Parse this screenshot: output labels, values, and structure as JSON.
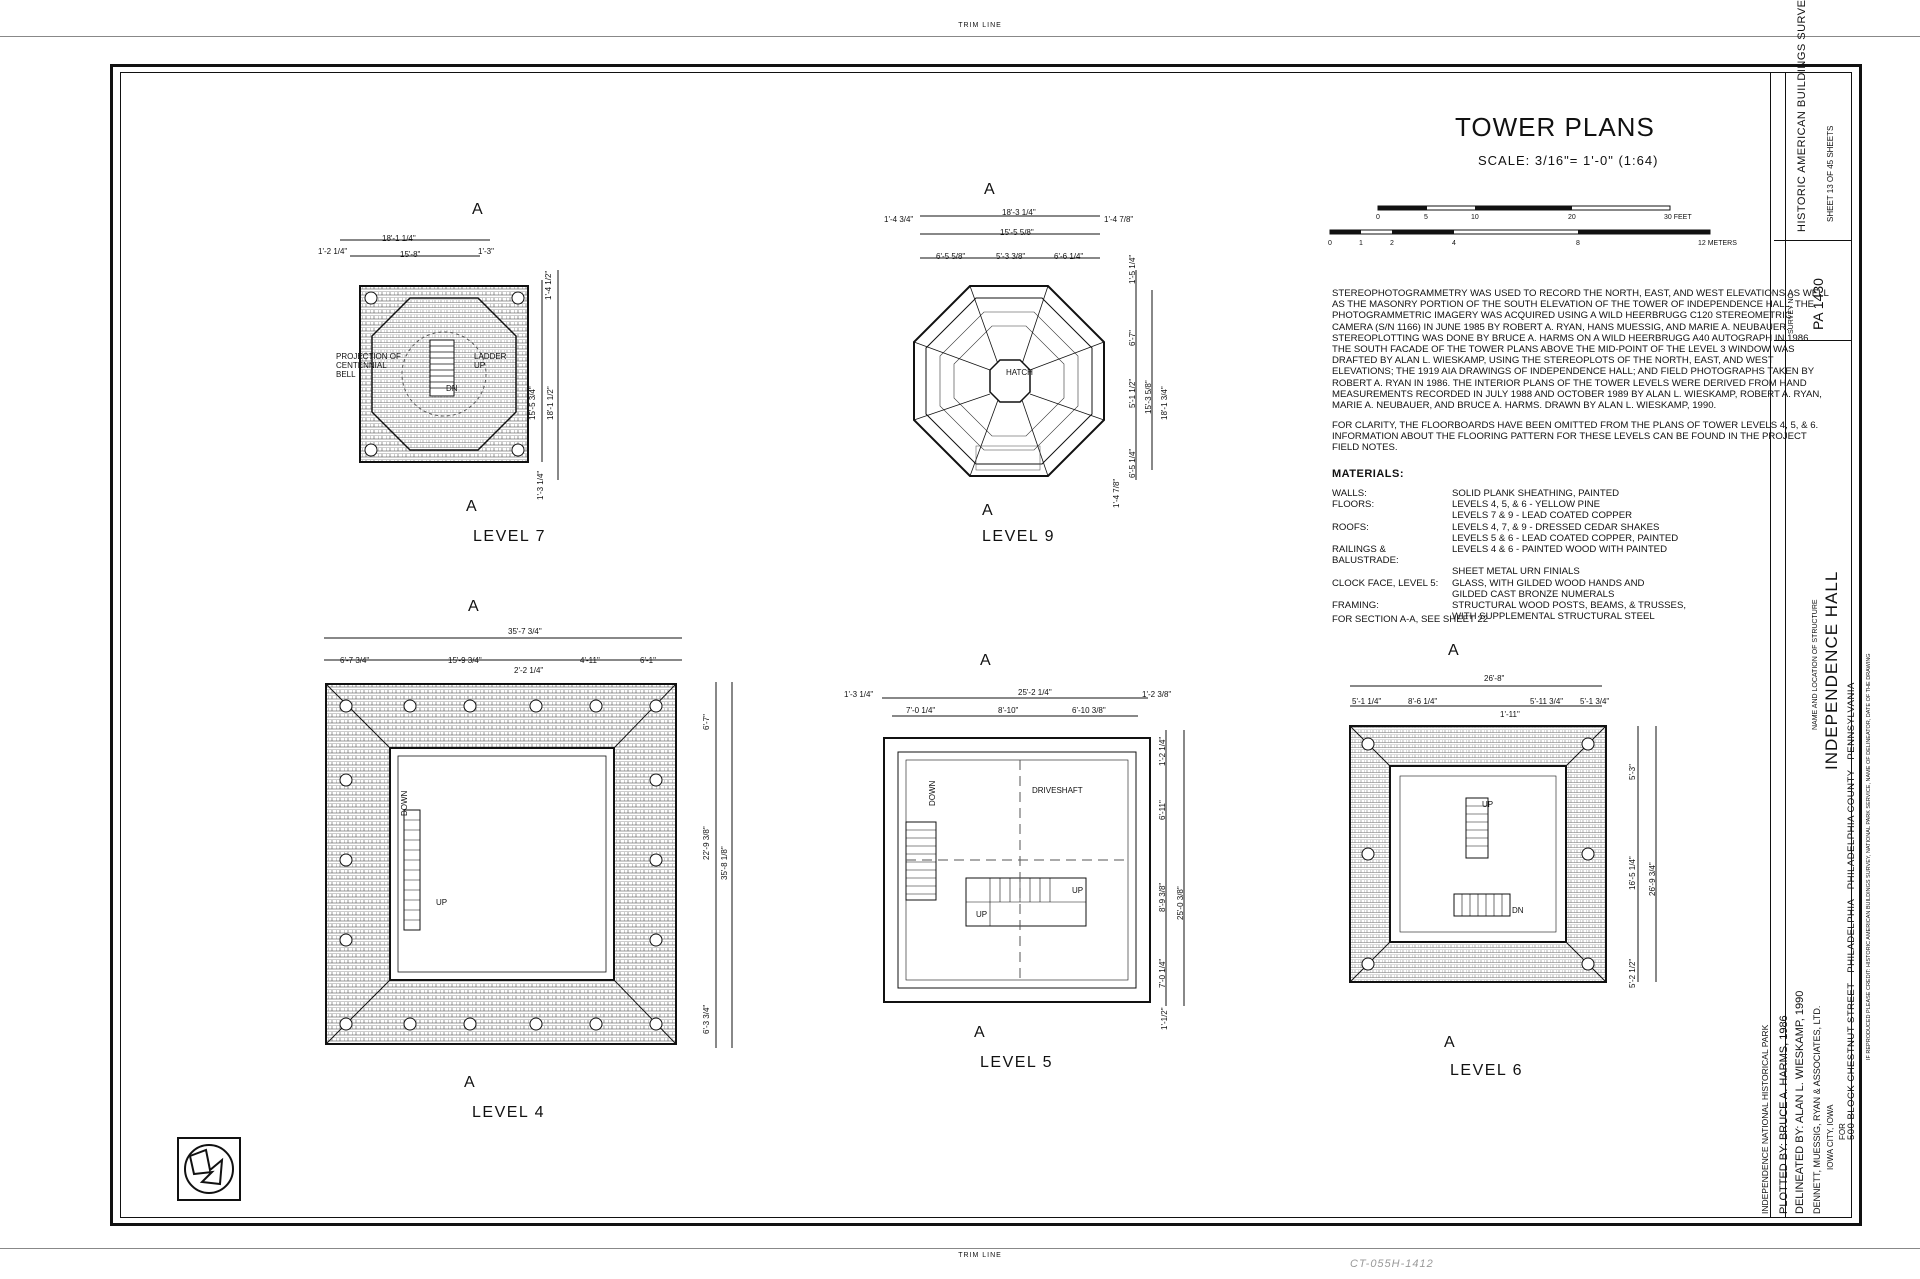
{
  "trim": {
    "top": "TRIM LINE",
    "bottom": "TRIM LINE"
  },
  "sheet_title": "TOWER PLANS",
  "scale": {
    "label": "SCALE: 3/16\"= 1'-0\"  (1:64)",
    "feet_ticks": [
      "0",
      "5",
      "10",
      "20",
      "30 FEET"
    ],
    "meter_ticks": [
      "0",
      "1",
      "2",
      "4",
      "8",
      "12 METERS"
    ]
  },
  "notes": {
    "paragraph1": "STEREOPHOTOGRAMMETRY WAS USED TO RECORD THE NORTH, EAST, AND WEST ELEVATIONS AS WELL AS THE MASONRY PORTION OF THE SOUTH ELEVATION OF THE TOWER OF INDEPENDENCE HALL. THE PHOTOGRAMMETRIC IMAGERY WAS ACQUIRED USING A WILD HEERBRUGG C120 STEREOMETRIC CAMERA (s/n 1166) IN JUNE 1985 BY ROBERT A. RYAN, HANS MUESSIG, AND MARIE A. NEUBAUER. STEREOPLOTTING WAS DONE BY BRUCE A. HARMS ON A WILD HEERBRUGG A40 AUTOGRAPH IN 1986. THE SOUTH FACADE OF THE TOWER PLANS ABOVE THE MID-POINT OF THE LEVEL 3 WINDOW WAS DRAFTED BY ALAN L. WIESKAMP, USING THE STEREOPLOTS OF THE NORTH, EAST, AND WEST ELEVATIONS; THE 1919 AIA DRAWINGS OF INDEPENDENCE HALL; AND FIELD PHOTOGRAPHS TAKEN BY ROBERT A. RYAN IN 1986. THE INTERIOR PLANS OF THE TOWER LEVELS WERE DERIVED FROM HAND MEASUREMENTS RECORDED IN JULY 1988 AND OCTOBER 1989 BY ALAN L. WIESKAMP, ROBERT A. RYAN, MARIE A. NEUBAUER, AND BRUCE A. HARMS. DRAWN BY ALAN L. WIESKAMP, 1990.",
    "paragraph2": "FOR CLARITY, THE FLOORBOARDS HAVE BEEN OMITTED FROM THE PLANS OF TOWER LEVELS 4, 5, & 6. INFORMATION ABOUT THE FLOORING PATTERN FOR THESE LEVELS CAN BE FOUND IN THE PROJECT FIELD NOTES."
  },
  "materials": {
    "heading": "MATERIALS:",
    "rows": [
      {
        "label": "WALLS:",
        "value": "SOLID PLANK SHEATHING, PAINTED"
      },
      {
        "label": "FLOORS:",
        "value": "LEVELS 4, 5, & 6 - YELLOW PINE"
      },
      {
        "label": "",
        "value": "LEVELS 7 & 9 - LEAD COATED COPPER"
      },
      {
        "label": "ROOFS:",
        "value": "LEVELS 4, 7, & 9 - DRESSED CEDAR SHAKES"
      },
      {
        "label": "",
        "value": "LEVELS 5 & 6 - LEAD COATED COPPER, PAINTED"
      },
      {
        "label": "RAILINGS & BALUSTRADE:",
        "value": "LEVELS 4 & 6 - PAINTED WOOD WITH PAINTED"
      },
      {
        "label": "",
        "value": "SHEET METAL URN FINIALS"
      },
      {
        "label": "CLOCK FACE, LEVEL 5:",
        "value": "GLASS, WITH GILDED WOOD HANDS AND"
      },
      {
        "label": "",
        "value": "GILDED CAST BRONZE NUMERALS"
      },
      {
        "label": "FRAMING:",
        "value": "STRUCTURAL WOOD POSTS, BEAMS, & TRUSSES,"
      },
      {
        "label": "",
        "value": "WITH SUPPLEMENTAL STRUCTURAL STEEL"
      }
    ],
    "section_note": "FOR SECTION A-A, SEE SHEET 22"
  },
  "levels": {
    "level7": {
      "label": "LEVEL 7",
      "dims": [
        "18'-1 1/4\"",
        "1'-2 1/4\"",
        "15'-8\"",
        "1'-3\"",
        "1'-4 1/2\"",
        "15'-5 3/4\"",
        "18'-1 1/2\"",
        "1'-3 1/4\""
      ],
      "callouts": [
        "PROJECTION OF CENTENNIAL BELL",
        "LADDER UP",
        "DN"
      ]
    },
    "level9": {
      "label": "LEVEL 9",
      "dims": [
        "18'-3 1/4\"",
        "1'-4 3/4\"",
        "15'-5 5/8\"",
        "1'-4 7/8\"",
        "6'-5 5/8\"",
        "5'-3 3/8\"",
        "6'-6 1/4\"",
        "1'-5 1/4\"",
        "6'-7\"",
        "5'-1 1/2\"",
        "15'-3 5/8\"",
        "18'-1 3/4\"",
        "6'-5 1/4\"",
        "1'-4 7/8\""
      ],
      "callouts": [
        "HATCH"
      ]
    },
    "level4": {
      "label": "LEVEL 4",
      "dims": [
        "35'-7 3/4\"",
        "6'-7 3/4\"",
        "15'-9 3/4\"",
        "4'-11\"",
        "6'-1\"",
        "2'-2 1/4\"",
        "6'-7\"",
        "22'-9 3/8\"",
        "35'-8 1/8\"",
        "6'-3 3/4\""
      ],
      "callouts": [
        "DOWN",
        "UP"
      ]
    },
    "level5": {
      "label": "LEVEL 5",
      "dims": [
        "25'-2 1/4\"",
        "1'-3 1/4\"",
        "7'-0 1/4\"",
        "8'-10\"",
        "6'-10 3/8\"",
        "1'-2 3/8\"",
        "1'-2 1/4\"",
        "6'-11\"",
        "8'-9 3/8\"",
        "25'-0 3/8\"",
        "7'-0 1/4\"",
        "1'-1/2\""
      ],
      "callouts": [
        "DOWN",
        "DRIVESHAFT",
        "UP",
        "UP"
      ]
    },
    "level6": {
      "label": "LEVEL 6",
      "dims": [
        "26'-8\"",
        "5'-1 1/4\"",
        "8'-6 1/4\"",
        "5'-11 3/4\"",
        "5'-1 3/4\"",
        "1'-11\"",
        "5'-3\"",
        "16'-5 1/4\"",
        "26'-9 3/4\"",
        "5'-2 1/2\""
      ],
      "callouts": [
        "UP",
        "DN"
      ]
    },
    "section_marker": "A"
  },
  "title_block": {
    "agency": "HISTORIC AMERICAN BUILDINGS SURVEY",
    "sheet": "SHEET 13 OF 45 SHEETS",
    "survey_no_label": "SURVEY NO.",
    "survey_no": "PA 1430",
    "structure_label": "NAME AND LOCATION OF STRUCTURE",
    "structure_name": "INDEPENDENCE HALL",
    "location": "500 BLOCK CHESTNUT STREET  ·  PHILADELPHIA  ·  PHILADELPHIA COUNTY  ·  PENNSYLVANIA",
    "credit": "IF REPRODUCED PLEASE CREDIT: HISTORIC AMERICAN BUILDINGS SURVEY, NATIONAL PARK SERVICE, NAME OF DELINEATOR, DATE OF THE DRAWING",
    "plotted": "PLOTTED BY: BRUCE A. HARMS, 1986",
    "delineated": "DELINEATED BY: ALAN L. WIESKAMP, 1990",
    "firm": "DENNETT, MUESSIG, RYAN & ASSOCIATES, LTD.",
    "firm_city": "IOWA CITY, IOWA",
    "for": "FOR",
    "park": "INDEPENDENCE NATIONAL HISTORICAL PARK"
  },
  "margin_stamp": "CT-055H-1412"
}
